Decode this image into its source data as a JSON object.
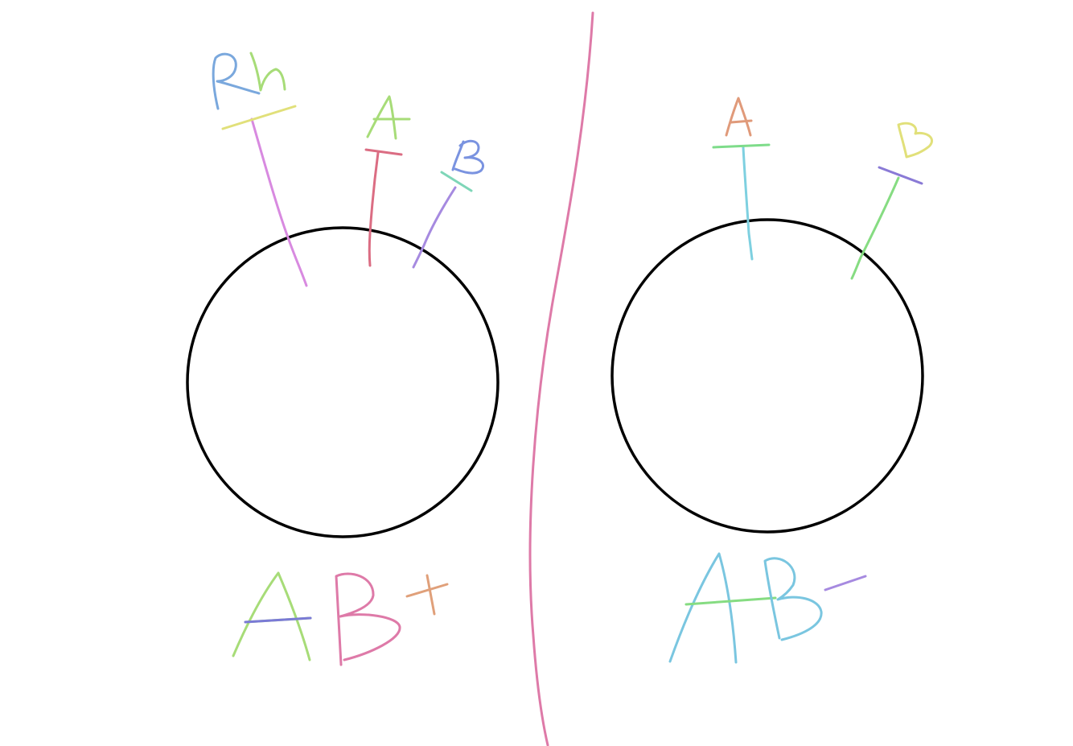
{
  "left_cell": {
    "antigens": [
      {
        "label": "Rh",
        "colors": [
          "#7aa8dd",
          "#a7dc78"
        ],
        "cap_color": "#e1e07a",
        "stem_color": "#d88ae0"
      },
      {
        "label": "A",
        "colors": [
          "#a7dc78"
        ],
        "cap_color": "#db6d83",
        "stem_color": "#db6d83"
      },
      {
        "label": "B",
        "colors": [
          "#7a93e0"
        ],
        "cap_color": "#7ed6b8",
        "stem_color": "#a68ae0"
      }
    ],
    "blood_type": "AB+"
  },
  "right_cell": {
    "antigens": [
      {
        "label": "A",
        "colors": [
          "#e09a7a"
        ],
        "cap_color": "#7edc8a",
        "stem_color": "#7ed0e0"
      },
      {
        "label": "B",
        "colors": [
          "#e1e07a"
        ],
        "cap_color": "#8a7ad6",
        "stem_color": "#86dc82"
      }
    ],
    "blood_type": "AB-"
  },
  "colors": {
    "divider": "#de7aa8",
    "cell_outline": "#000000",
    "label_AB_plus_A": "#a7dc78",
    "label_AB_plus_B": "#de7aa8",
    "label_AB_minus": "#7ac6e0"
  }
}
